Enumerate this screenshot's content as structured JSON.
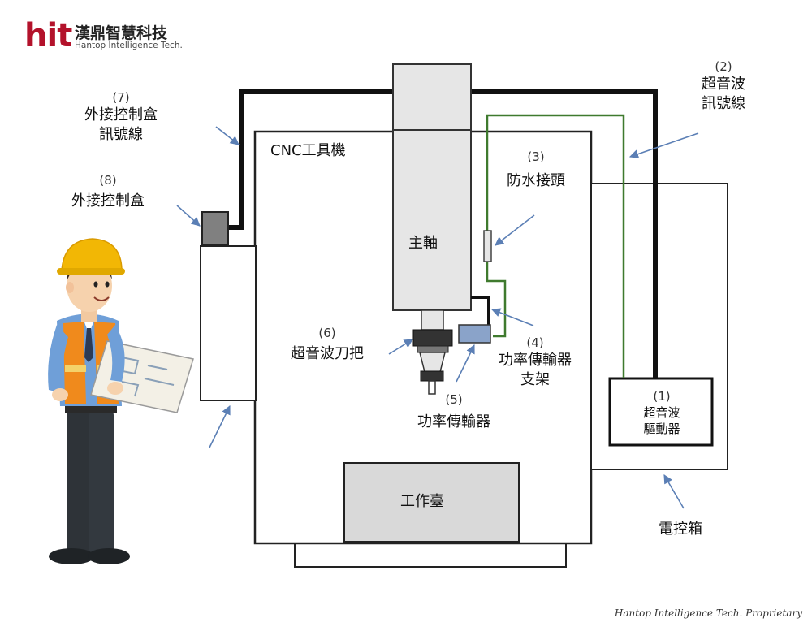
{
  "logo": {
    "mark": "hit",
    "company_zh": "漢鼎智慧科技",
    "company_en": "Hantop Intelligence Tech."
  },
  "labels": {
    "cnc_machine": "CNC工具機",
    "spindle": "主軸",
    "worktable": "工作臺",
    "control_cabinet": "電控箱",
    "item1": {
      "num": "(1)",
      "line1": "超音波",
      "line2": "驅動器"
    },
    "item2": {
      "num": "(2)",
      "line1": "超音波",
      "line2": "訊號線"
    },
    "item3": {
      "num": "(3)",
      "line1": "防水接頭"
    },
    "item4": {
      "num": "(4)",
      "line1": "功率傳輸器",
      "line2": "支架"
    },
    "item5": {
      "num": "(5)",
      "line1": "功率傳輸器"
    },
    "item6": {
      "num": "(6)",
      "line1": "超音波刀把"
    },
    "item7": {
      "num": "(7)",
      "line1": "外接控制盒",
      "line2": "訊號線"
    },
    "item8": {
      "num": "(8)",
      "line1": "外接控制盒"
    }
  },
  "colors": {
    "signal_cable": "#3f7a2e",
    "arrow": "#5b7fb5",
    "helmet": "#f2b705",
    "vest": "#f08a1c"
  },
  "footer": "Hantop Intelligence Tech. Proprietary"
}
